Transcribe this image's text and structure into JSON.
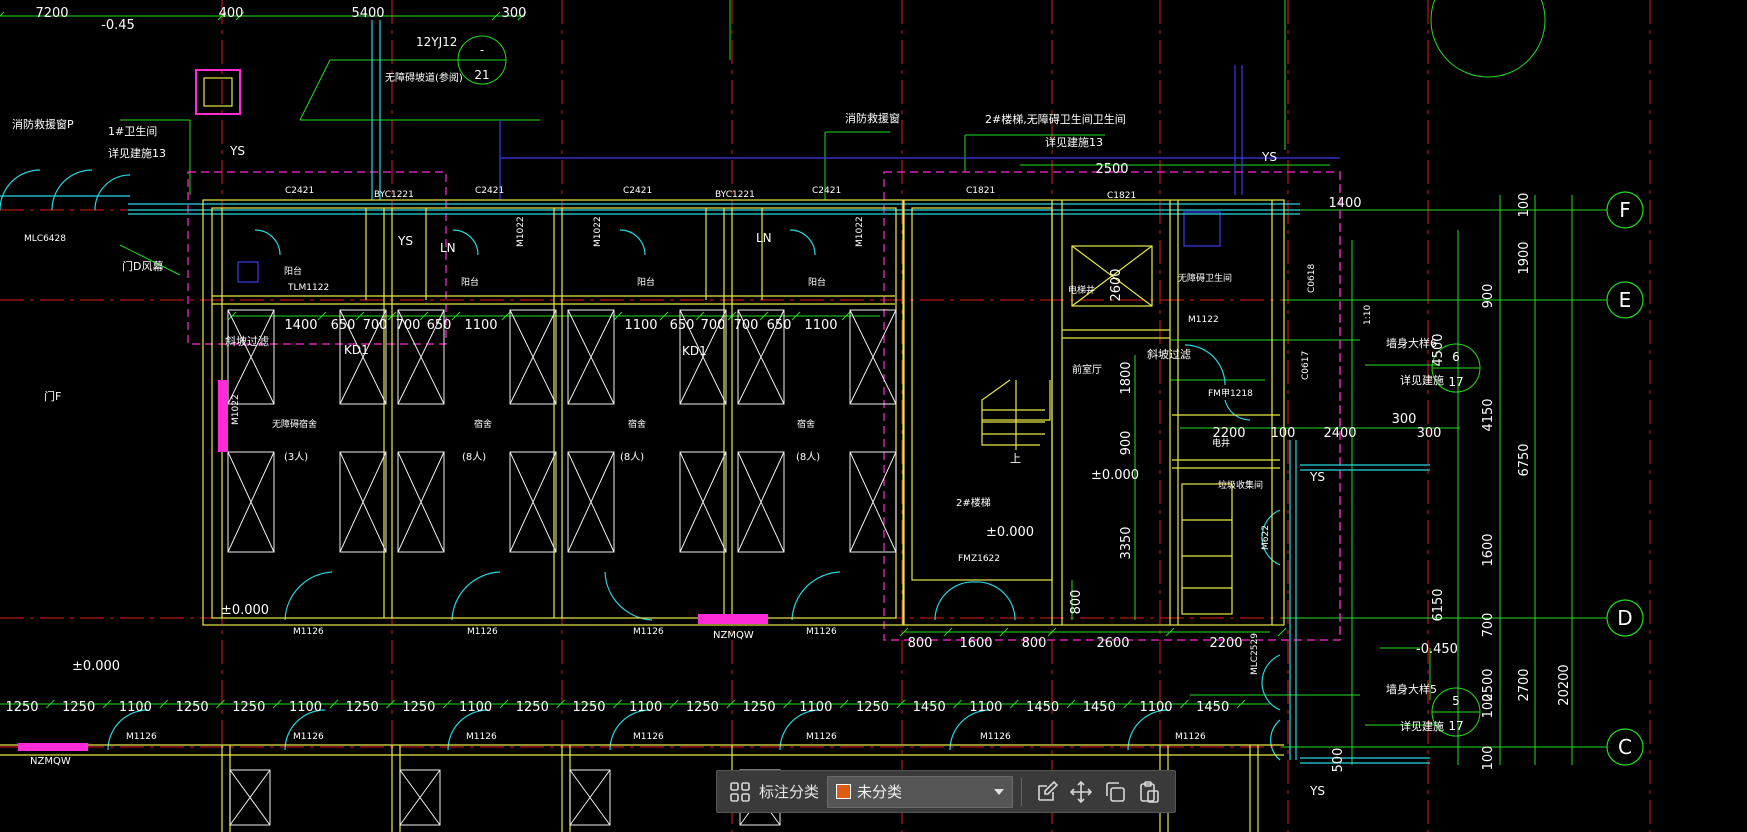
{
  "drawing": {
    "dimensions": {
      "top": [
        "7200",
        "400",
        "5400",
        "300"
      ],
      "top_level": "-0.45",
      "row_mid": [
        "1400",
        "650",
        "700",
        "700",
        "650",
        "1100",
        "1100",
        "650",
        "700",
        "700",
        "650",
        "1100"
      ],
      "row_bottom": [
        "1250",
        "1250",
        "1100",
        "1250",
        "1250",
        "1100",
        "1250",
        "1250",
        "1100",
        "1250",
        "1250",
        "1100",
        "1250",
        "1250",
        "1100",
        "1250",
        "1450",
        "1100",
        "1450",
        "1450",
        "1100",
        "1450"
      ],
      "stair_bottom": [
        "800",
        "1600",
        "800",
        "2600",
        "2200"
      ],
      "right_top": [
        "2500",
        "1400"
      ],
      "right_mid": [
        "2200",
        "100",
        "2400",
        "300",
        "300"
      ],
      "right_vertical": [
        "100",
        "1900",
        "900",
        "4500",
        "4150",
        "6750",
        "1600",
        "700",
        "6150",
        "100",
        "2500",
        "2700",
        "20200",
        "100",
        "500"
      ],
      "stair_vertical": [
        "1800",
        "900",
        "3350",
        "800",
        "2600"
      ],
      "neg_level": "-0.450"
    },
    "levels": [
      "±0.000",
      "±0.000",
      "±0.000",
      "±0.000"
    ],
    "labels": {
      "ref_12yj12": "12YJ12",
      "accessible_ramp": "无障碍坡道(参阅)",
      "fire_rescue_window": "消防救援窗P",
      "toilet_1": "1#卫生间",
      "see_detail_13a": "详见建施13",
      "ys": "YS",
      "mlc6428": "MLC6428",
      "door_curtain": "门D风幕",
      "fire_rescue_window_2": "消防救援窗",
      "stair_2_note": "2#楼梯,无障碍卫生间卫生间",
      "see_detail_13b": "详见建施13",
      "c2421": "C2421",
      "byc1221": "BYC1221",
      "c1821": "C1821",
      "m1022": "M1022",
      "balcony": "阳台",
      "tlm1122": "TLM1122",
      "kd1": "KD1",
      "ln": "LN",
      "ramp_filter": "斜坡过滤",
      "accessible_dorm": "无障碍宿舍",
      "dorm": "宿舍",
      "three_people": "(3人)",
      "eight_people": "(8人)",
      "m1126": "M1126",
      "nzmqw": "NZMQW",
      "stair_2": "2#楼梯",
      "fmz": "FMZ1622",
      "front_room": "前室厅",
      "elevator_shaft": "电梯井",
      "accessible_toilet": "无障碍卫生间",
      "m1122": "M1122",
      "fm_b": "FM甲1218",
      "pipe_well": "电井",
      "garbage_room": "垃圾收集间",
      "m622": "M622",
      "c0618": "C0618",
      "c0617": "C0617",
      "mlc2529": "MLC2529",
      "wall_detail_6": "墙身大样6",
      "see_detail": "详见建施",
      "wall_detail_5": "墙身大样5",
      "door_frame": "门F",
      "up": "上",
      "slope": "1:10"
    },
    "callouts": [
      {
        "top": "-",
        "bottom": "21"
      },
      {
        "top": "6",
        "bottom": "17"
      },
      {
        "top": "5",
        "bottom": "17"
      }
    ],
    "axes": [
      "F",
      "E",
      "D",
      "C"
    ],
    "colors": {
      "background": "#000000",
      "grid": "#e01818",
      "walls": "#e8e84a",
      "dims": "#22dd22",
      "text": "#ffffff",
      "doors": "#27d6e0",
      "magenta": "#ff2bd6",
      "blue": "#3a3af0"
    }
  },
  "toolbar": {
    "grid_icon": "grid-icon",
    "label": "标注分类",
    "selected": "未分类",
    "swatch_color": "#e05a12",
    "actions": [
      "edit-icon",
      "move-icon",
      "copy-icon",
      "paste-icon"
    ]
  }
}
